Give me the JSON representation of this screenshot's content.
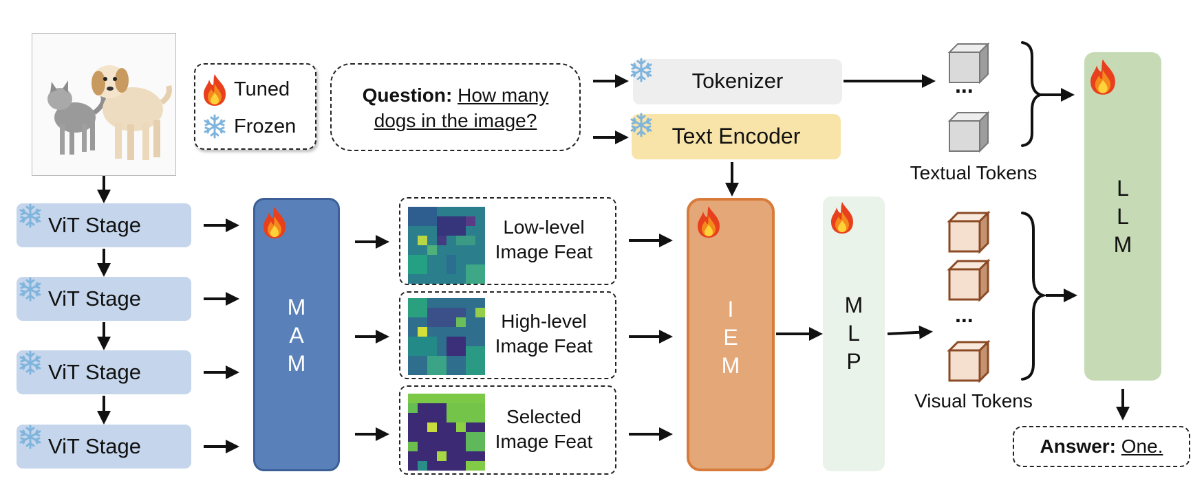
{
  "legend": {
    "tuned": "Tuned",
    "frozen": "Frozen"
  },
  "question": {
    "label": "Question:",
    "text_line1": "How many",
    "text_line2": "dogs in the image?"
  },
  "tokenizer": "Tokenizer",
  "text_encoder": "Text Encoder",
  "vit_stages": [
    "ViT Stage",
    "ViT Stage",
    "ViT Stage",
    "ViT Stage"
  ],
  "mam": [
    "M",
    "A",
    "M"
  ],
  "features": [
    {
      "line1": "Low-level",
      "line2": "Image Feat"
    },
    {
      "line1": "High-level",
      "line2": "Image Feat"
    },
    {
      "line1": "Selected",
      "line2": "Image Feat"
    }
  ],
  "iem": [
    "I",
    "E",
    "M"
  ],
  "mlp": [
    "M",
    "L",
    "P"
  ],
  "llm": [
    "L",
    "L",
    "M"
  ],
  "textual_tokens": "Textual Tokens",
  "visual_tokens": "Visual Tokens",
  "ellipsis": "...",
  "answer": {
    "label": "Answer:",
    "text": "One."
  },
  "colors": {
    "vit_fill": "#c5d6ec",
    "mam_fill": "#5a80b9",
    "iem_fill": "#e4a878",
    "iem_border": "#d87b3a",
    "mlp_fill": "#e9f3ea",
    "llm_fill": "#c6dbb5",
    "text_encoder_fill": "#f8e4a8",
    "tokenizer_fill": "#eeeeee",
    "textual_cube": "#d8d8d8",
    "visual_cube": "#f5e0cf",
    "visual_cube_edge": "#8b4a24"
  },
  "icons": {
    "tuned": "flame-icon",
    "frozen": "snowflake-icon"
  }
}
